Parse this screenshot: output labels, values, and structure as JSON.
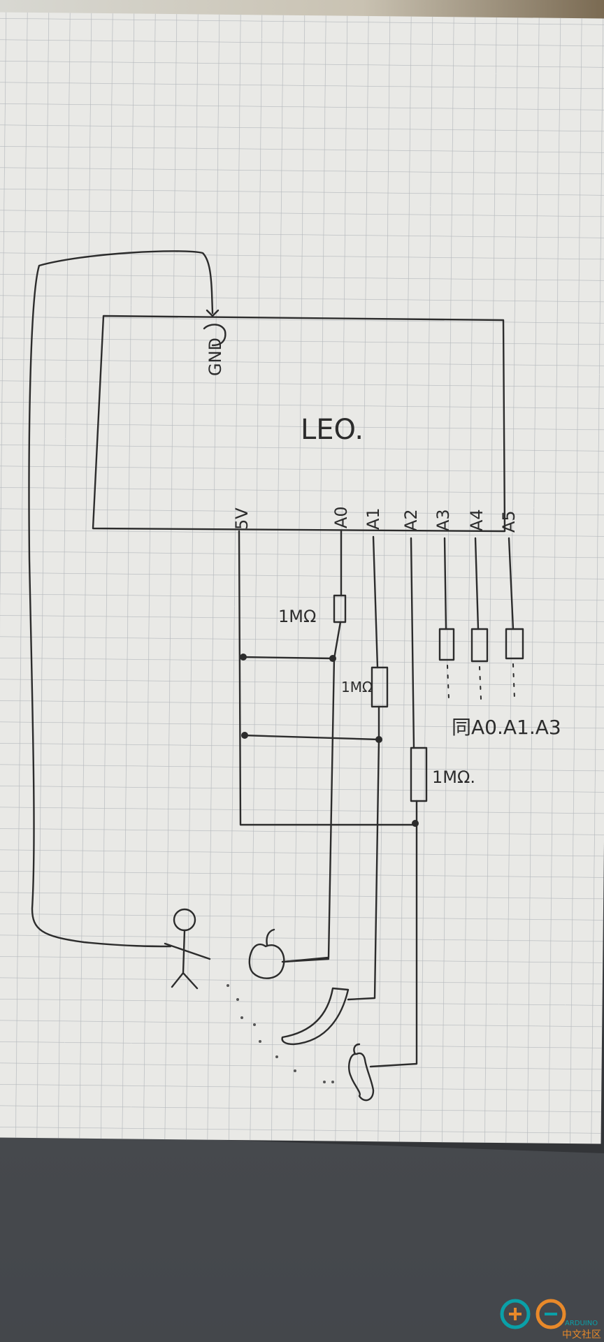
{
  "board": {
    "label": "LEO."
  },
  "pins": {
    "gnd": "GND",
    "v5": "5V",
    "a0": "A0",
    "a1": "A1",
    "a2": "A2",
    "a3": "A3",
    "a4": "A4",
    "a5": "A5"
  },
  "resistors": {
    "r_a0": "1MΩ",
    "r_a1": "1MΩ",
    "r_a2": "1MΩ."
  },
  "note": "同A0.A1.A3",
  "watermark": {
    "brand": "ARDUINO",
    "site": "中文社区"
  },
  "colors": {
    "paper": "#e9e9e6",
    "grid": "#b4b8bc",
    "ink": "#2c2c2c",
    "watermark_teal": "#0aa0a8",
    "watermark_orange": "#e8892a"
  }
}
